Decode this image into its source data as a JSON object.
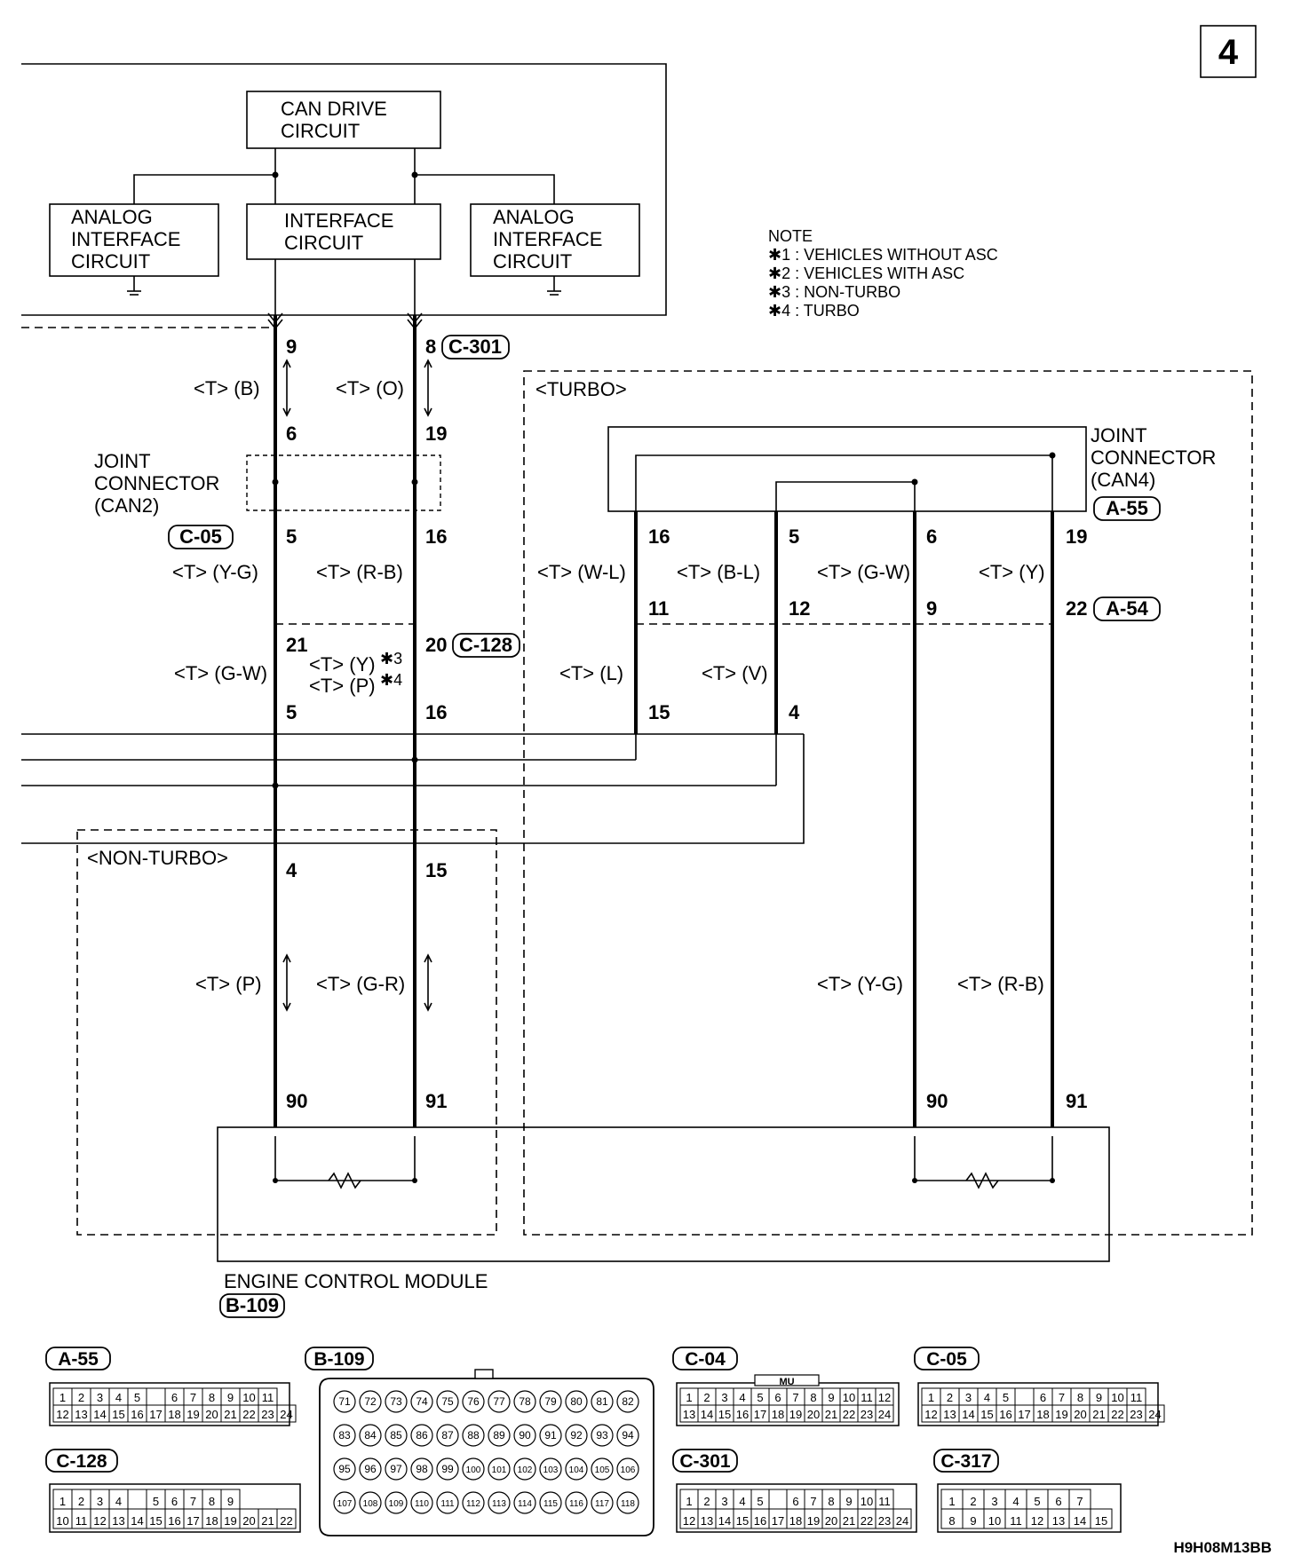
{
  "page_number": "4",
  "note": {
    "title": "NOTE",
    "items": [
      "✱1 : VEHICLES WITHOUT ASC",
      "✱2 : VEHICLES WITH ASC",
      "✱3 : NON-TURBO",
      "✱4 : TURBO"
    ]
  },
  "blocks": {
    "can_drive": [
      "CAN DRIVE",
      "CIRCUIT"
    ],
    "interface": [
      "INTERFACE",
      "CIRCUIT"
    ],
    "analog_left": [
      "ANALOG",
      "INTERFACE",
      "CIRCUIT"
    ],
    "analog_right": [
      "ANALOG",
      "INTERFACE",
      "CIRCUIT"
    ],
    "joint_can2": [
      "JOINT",
      "CONNECTOR",
      "(CAN2)"
    ],
    "joint_can4": [
      "JOINT",
      "CONNECTOR",
      "(CAN4)"
    ],
    "ecm": "ENGINE CONTROL MODULE"
  },
  "regions": {
    "turbo": "<TURBO>",
    "non_turbo": "<NON-TURBO>"
  },
  "connectors": {
    "c301": "C-301",
    "c05": "C-05",
    "c128": "C-128",
    "a55": "A-55",
    "a54": "A-54",
    "b109": "B-109"
  },
  "pins": {
    "l9": "9",
    "r8": "8",
    "l6": "6",
    "r19": "19",
    "l5": "5",
    "r16": "16",
    "l21": "21",
    "r20": "20",
    "l5b": "5",
    "r16b": "16",
    "l4": "4",
    "r15": "15",
    "l90": "90",
    "r91": "91",
    "t16": "16",
    "t5": "5",
    "t6": "6",
    "t19": "19",
    "t11": "11",
    "t12": "12",
    "t9": "9",
    "t22": "22",
    "t15": "15",
    "t4": "4",
    "t90": "90",
    "t91": "91"
  },
  "wires": {
    "b": "<T> (B)",
    "o": "<T> (O)",
    "yg": "<T> (Y-G)",
    "rb": "<T> (R-B)",
    "gw": "<T> (G-W)",
    "y3": "<T> (Y)",
    "p4": "<T> (P)",
    "star3": "✱3",
    "star4": "✱4",
    "wl": "<T> (W-L)",
    "bl": "<T> (B-L)",
    "tgw": "<T> (G-W)",
    "ty": "<T> (Y)",
    "l": "<T> (L)",
    "v": "<T> (V)",
    "p": "<T> (P)",
    "gr": "<T> (G-R)",
    "tyg": "<T> (Y-G)",
    "trb": "<T> (R-B)"
  },
  "bottom_connectors": {
    "a55": {
      "label": "A-55",
      "row1": [
        "1",
        "2",
        "3",
        "4",
        "5",
        "",
        "6",
        "7",
        "8",
        "9",
        "10",
        "11"
      ],
      "row2": [
        "12",
        "13",
        "14",
        "15",
        "16",
        "17",
        "18",
        "19",
        "20",
        "21",
        "22",
        "23",
        "24"
      ]
    },
    "b109": {
      "label": "B-109",
      "row1": [
        "71",
        "72",
        "73",
        "74",
        "75",
        "76",
        "77",
        "78",
        "79",
        "80",
        "81",
        "82"
      ],
      "row2": [
        "83",
        "84",
        "85",
        "86",
        "87",
        "88",
        "89",
        "90",
        "91",
        "92",
        "93",
        "94"
      ],
      "row3": [
        "95",
        "96",
        "97",
        "98",
        "99",
        "100",
        "101",
        "102",
        "103",
        "104",
        "105",
        "106"
      ],
      "row4": [
        "107",
        "108",
        "109",
        "110",
        "111",
        "112",
        "113",
        "114",
        "115",
        "116",
        "117",
        "118"
      ]
    },
    "c04": {
      "label": "C-04",
      "tag": "MU",
      "row1": [
        "1",
        "2",
        "3",
        "4",
        "5",
        "6",
        "7",
        "8",
        "9",
        "10",
        "11",
        "12"
      ],
      "row2": [
        "13",
        "14",
        "15",
        "16",
        "17",
        "18",
        "19",
        "20",
        "21",
        "22",
        "23",
        "24"
      ]
    },
    "c05": {
      "label": "C-05",
      "row1": [
        "1",
        "2",
        "3",
        "4",
        "5",
        "",
        "6",
        "7",
        "8",
        "9",
        "10",
        "11"
      ],
      "row2": [
        "12",
        "13",
        "14",
        "15",
        "16",
        "17",
        "18",
        "19",
        "20",
        "21",
        "22",
        "23",
        "24"
      ]
    },
    "c128": {
      "label": "C-128",
      "row1": [
        "1",
        "2",
        "3",
        "4",
        "",
        "5",
        "6",
        "7",
        "8",
        "9"
      ],
      "row2": [
        "10",
        "11",
        "12",
        "13",
        "14",
        "15",
        "16",
        "17",
        "18",
        "19",
        "20",
        "21",
        "22"
      ]
    },
    "c301": {
      "label": "C-301",
      "row1": [
        "1",
        "2",
        "3",
        "4",
        "5",
        "",
        "6",
        "7",
        "8",
        "9",
        "10",
        "11"
      ],
      "row2": [
        "12",
        "13",
        "14",
        "15",
        "16",
        "17",
        "18",
        "19",
        "20",
        "21",
        "22",
        "23",
        "24"
      ]
    },
    "c317": {
      "label": "C-317",
      "row1": [
        "1",
        "2",
        "3",
        "4",
        "5",
        "6",
        "7"
      ],
      "row2": [
        "8",
        "9",
        "10",
        "11",
        "12",
        "13",
        "14",
        "15"
      ]
    }
  },
  "figure_code": "H9H08M13BB"
}
